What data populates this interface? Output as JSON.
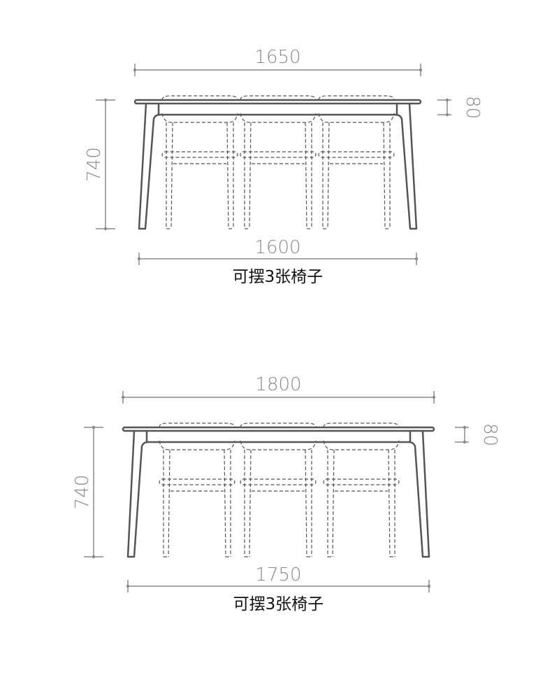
{
  "diagrams": [
    {
      "name": "table-1600",
      "top_width_label": "1650",
      "base_width_label": "1600",
      "height_label": "740",
      "top_thickness_label": "80",
      "caption": "可摆3张椅子",
      "chairs": 3
    },
    {
      "name": "table-1750",
      "top_width_label": "1800",
      "base_width_label": "1750",
      "height_label": "740",
      "top_thickness_label": "80",
      "caption": "可摆3张椅子",
      "chairs": 3
    }
  ],
  "colors": {
    "table": "#555555",
    "dim": "#8a8a8a",
    "chair": "#555555",
    "caption": "#111111"
  }
}
